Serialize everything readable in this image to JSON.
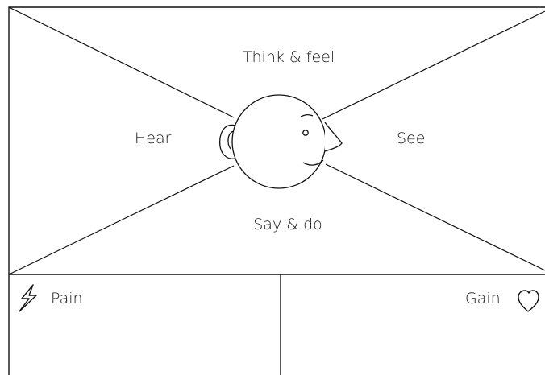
{
  "quadrants": {
    "top": "Think & feel",
    "left": "Hear",
    "right": "See",
    "bottom": "Say & do"
  },
  "bottom_panels": {
    "left": {
      "label": "Pain",
      "icon": "lightning-icon"
    },
    "right": {
      "label": "Gain",
      "icon": "heart-icon"
    }
  },
  "colors": {
    "line": "#111111",
    "background": "#ffffff"
  }
}
